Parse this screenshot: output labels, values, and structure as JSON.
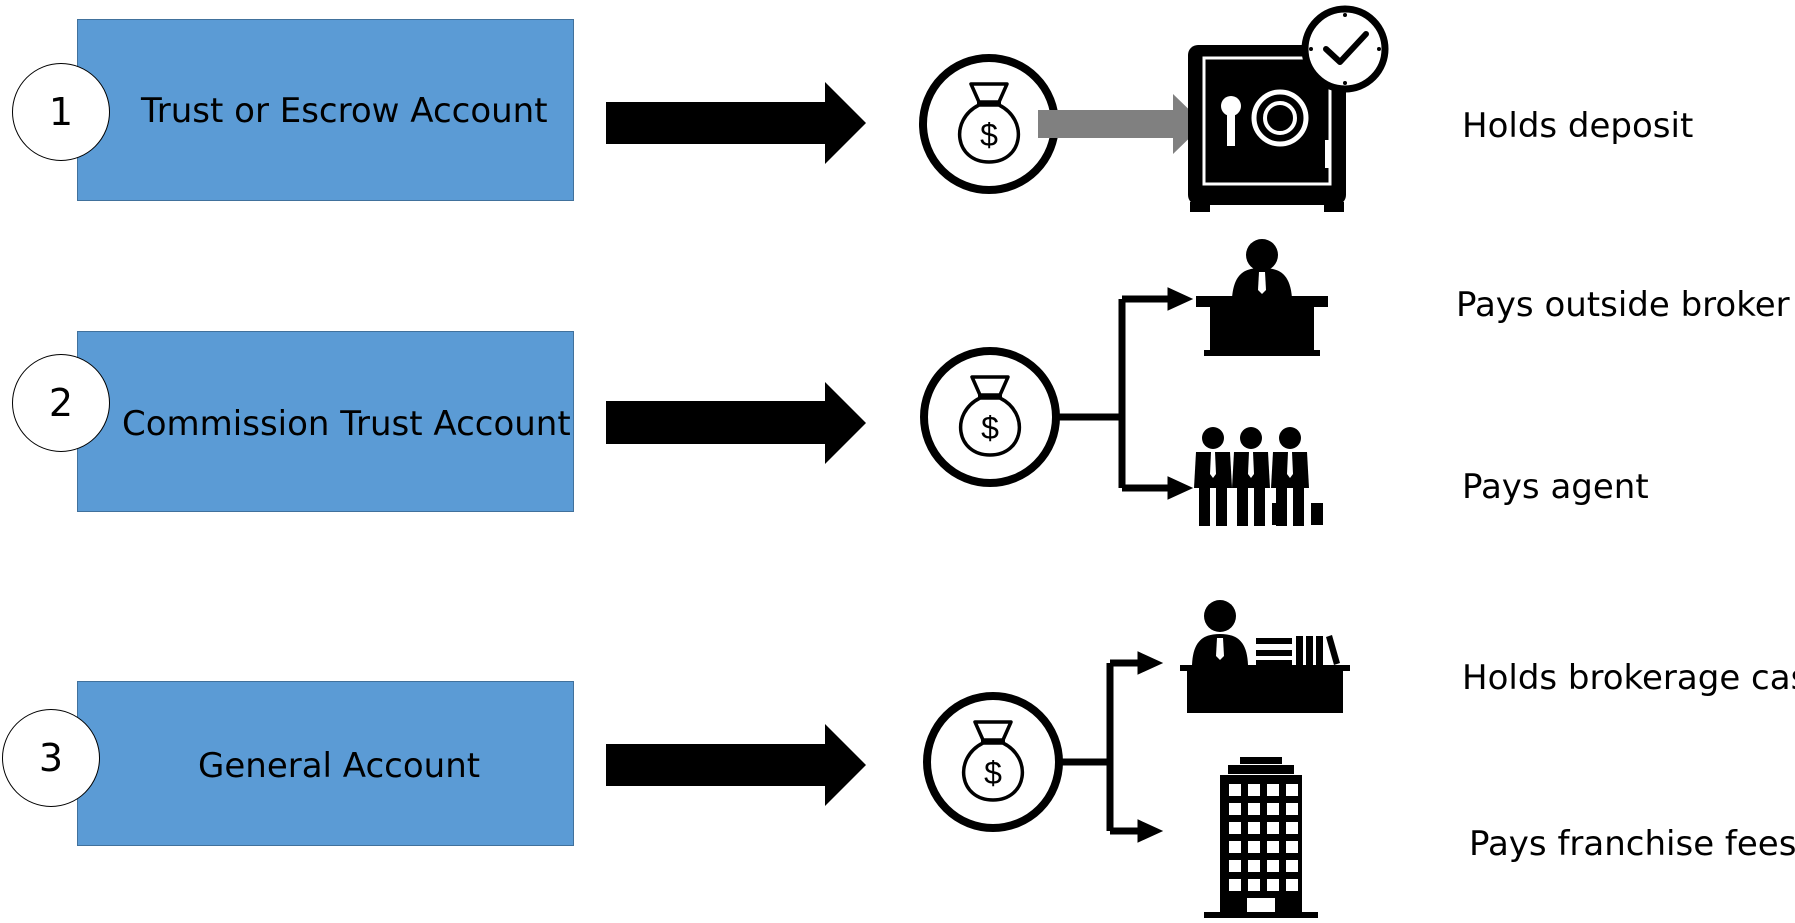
{
  "accounts": [
    {
      "number": "1",
      "name": "Trust or Escrow Account"
    },
    {
      "number": "2",
      "name": "Commission Trust Account"
    },
    {
      "number": "3",
      "name": "General Account"
    }
  ],
  "outcomes": {
    "holds_deposit": "Holds deposit",
    "pays_outside_broker": "Pays outside broker",
    "pays_agent": "Pays agent",
    "holds_brokerage_cash": "Holds brokerage cash",
    "pays_franchise_fees": "Pays franchise fees"
  },
  "icons": {
    "money_bag_symbol": "$",
    "money_bag": "money-bag-icon",
    "safe": "safe-icon",
    "clock": "clock-icon",
    "broker": "broker-at-desk-icon",
    "agents": "agents-group-icon",
    "office": "office-worker-desk-icon",
    "building": "office-building-icon"
  },
  "colors": {
    "box_fill": "#5b9bd5",
    "box_border": "#41719c",
    "arrow": "#000000",
    "deposit_arrow": "#808080"
  }
}
